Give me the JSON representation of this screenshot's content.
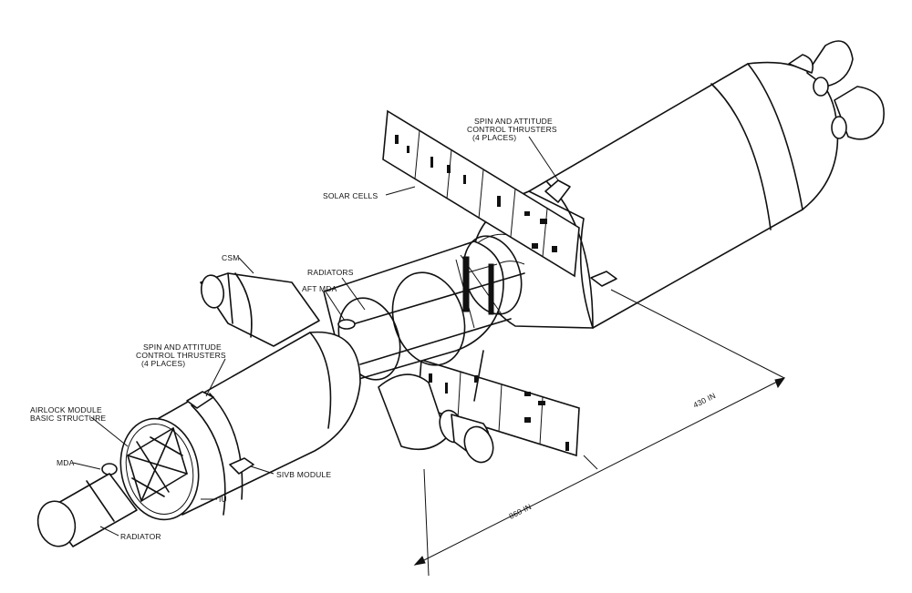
{
  "labels": {
    "solar_cells": "SOLAR CELLS",
    "spin_thrusters_upper": [
      "SPIN AND ATTITUDE",
      "CONTROL THRUSTERS",
      "(4 PLACES)"
    ],
    "csm": "CSM",
    "radiators": "RADIATORS",
    "aft_mda": "AFT MDA",
    "spin_thrusters_lower": [
      "SPIN AND ATTITUDE",
      "CONTROL THRUSTERS",
      "(4 PLACES)"
    ],
    "airlock_module": [
      "AIRLOCK MODULE",
      "BASIC STRUCTURE"
    ],
    "mda": "MDA",
    "siv_b_module": "SIVB MODULE",
    "iu": "IU",
    "radiator": "RADIATOR",
    "dimension_430": "430 IN",
    "dimension_860": "860 IN"
  }
}
